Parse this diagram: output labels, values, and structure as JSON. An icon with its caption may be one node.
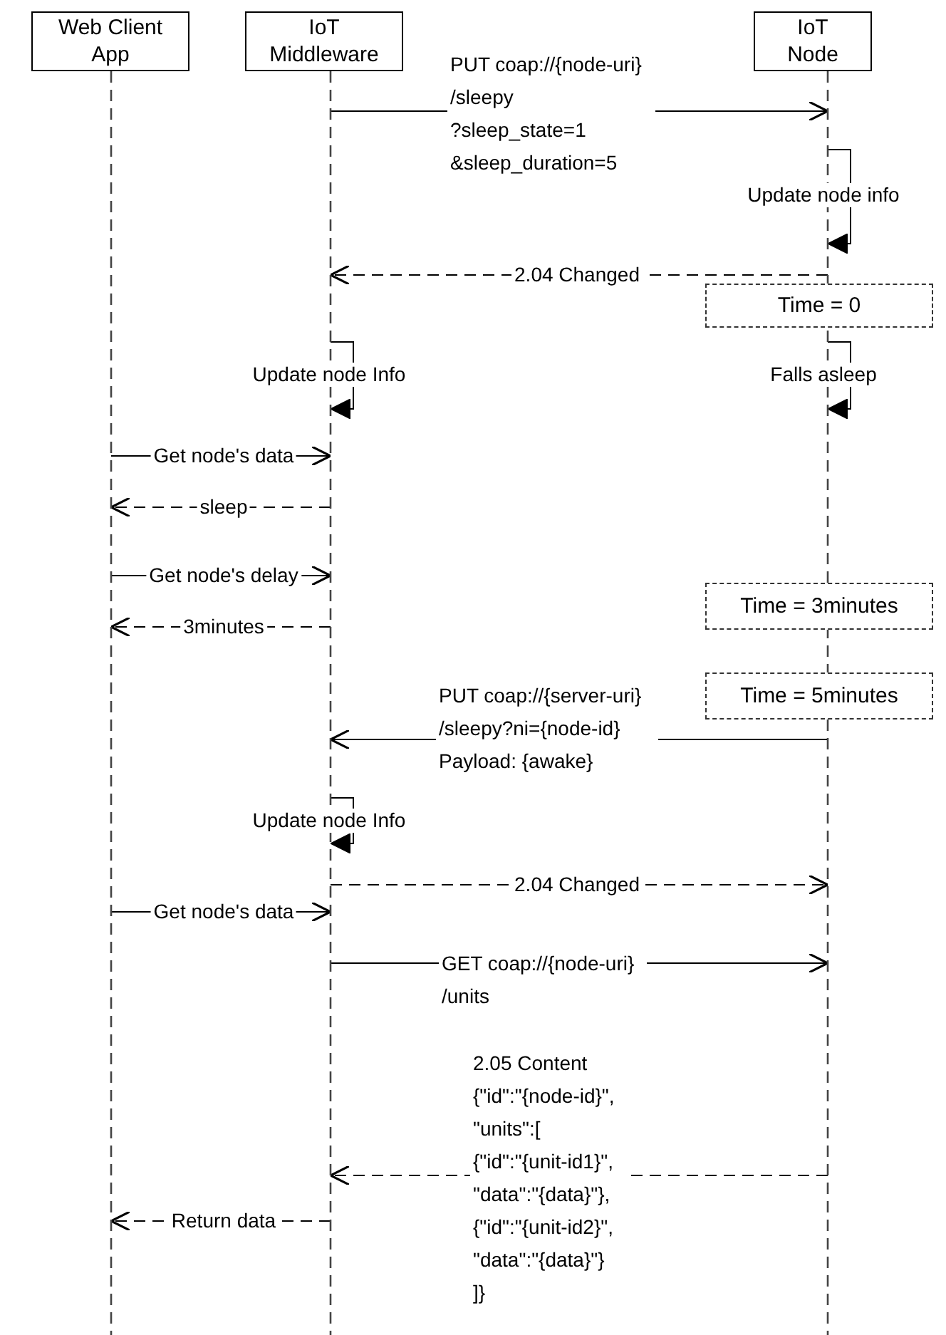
{
  "diagram": {
    "nodes": [
      {
        "text": [
          "Web Client App"
        ]
      },
      {
        "text": [
          "IoT Middleware"
        ]
      },
      {
        "text": [
          "IoT Node"
        ]
      },
      {
        "text": [
          "Time = 0"
        ]
      },
      {
        "text": [
          "Time = 3minutes"
        ]
      },
      {
        "text": [
          "Time = 5minutes"
        ]
      }
    ],
    "edges": [
      {
        "from": 1,
        "to": 2,
        "arrow": "to",
        "label": "PUT coap://{node-uri} /sleepy ?sleep_state=1 &sleep_duration=5"
      },
      {
        "from": 2,
        "to": 2,
        "arrow": "to",
        "label": "Update node info"
      },
      {
        "from": 2,
        "to": 1,
        "arrow": "to",
        "label": "2.04 Changed",
        "style": "dashed"
      },
      {
        "from": 1,
        "to": 1,
        "arrow": "to",
        "label": "Update node Info"
      },
      {
        "from": 2,
        "to": 2,
        "arrow": "to",
        "label": "Falls asleep"
      },
      {
        "from": 0,
        "to": 1,
        "arrow": "to",
        "label": "Get node's data"
      },
      {
        "from": 1,
        "to": 0,
        "arrow": "to",
        "label": "sleep",
        "style": "dashed"
      },
      {
        "from": 0,
        "to": 1,
        "arrow": "to",
        "label": "Get node's delay"
      },
      {
        "from": 1,
        "to": 0,
        "arrow": "to",
        "label": "3minutes",
        "style": "dashed"
      },
      {
        "from": 2,
        "to": 1,
        "arrow": "to",
        "label": "PUT coap://{server-uri} /sleepy?ni={node-id} Payload: {awake}"
      },
      {
        "from": 1,
        "to": 1,
        "arrow": "to",
        "label": "Update node Info"
      },
      {
        "from": 1,
        "to": 2,
        "arrow": "to",
        "label": "2.04 Changed",
        "style": "dashed"
      },
      {
        "from": 0,
        "to": 1,
        "arrow": "to",
        "label": "Get node's data"
      },
      {
        "from": 1,
        "to": 2,
        "arrow": "to",
        "label": "GET coap://{node-uri} /units"
      },
      {
        "from": 2,
        "to": 1,
        "arrow": "to",
        "label": "2.05 Content {\"id\":\"{node-id}\", \"units\":[ {\"id\":\"{unit-id1}\", \"data\":\"{data}\"}, {\"id\":\"{unit-id2}\", \"data\":\"{data}\"} ]}",
        "style": "dashed"
      },
      {
        "from": 1,
        "to": 0,
        "arrow": "to",
        "label": "Return data",
        "style": "dashed"
      }
    ]
  }
}
